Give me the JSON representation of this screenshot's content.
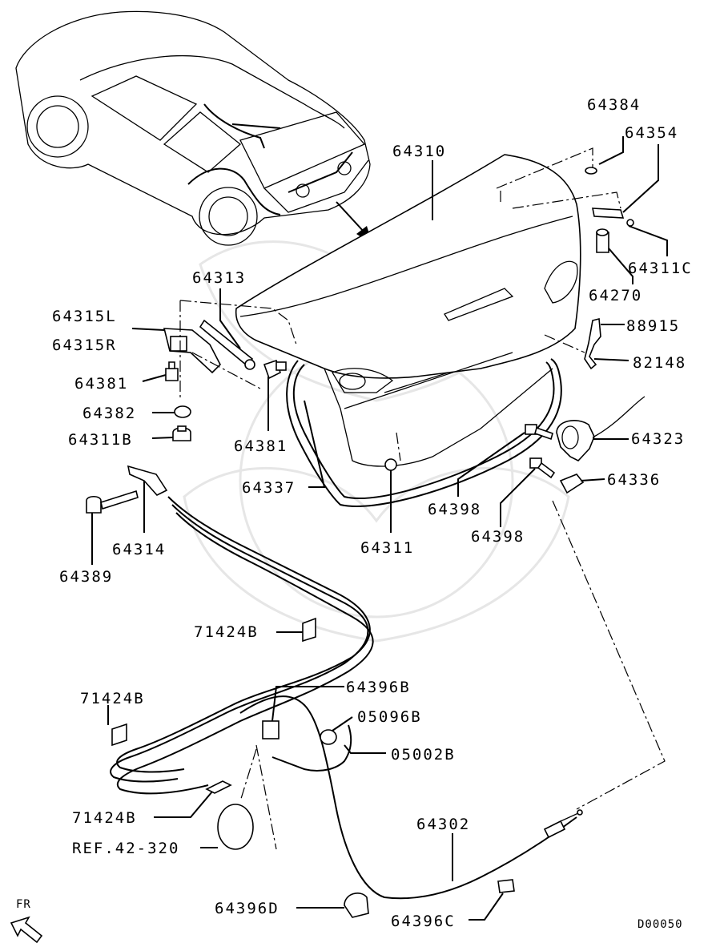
{
  "labels": {
    "p64384": "64384",
    "p64354": "64354",
    "p64310": "64310",
    "p64311C": "64311C",
    "p64270": "64270",
    "p64313": "64313",
    "p64315L": "64315L",
    "p64315R": "64315R",
    "p88915": "88915",
    "p82148": "82148",
    "p64381a": "64381",
    "p64382": "64382",
    "p64311B": "64311B",
    "p64381b": "64381",
    "p64323": "64323",
    "p64336": "64336",
    "p64337": "64337",
    "p64398a": "64398",
    "p64398b": "64398",
    "p64314": "64314",
    "p64311": "64311",
    "p64389": "64389",
    "p71424Ba": "71424B",
    "p64396B": "64396B",
    "p71424Bb": "71424B",
    "p05096B": "05096B",
    "p05002B": "05002B",
    "p71424Bc": "71424B",
    "p64302": "64302",
    "ref": "REF.42-320",
    "p64396D": "64396D",
    "p64396C": "64396C",
    "fr": "FR",
    "code": "D00050"
  }
}
